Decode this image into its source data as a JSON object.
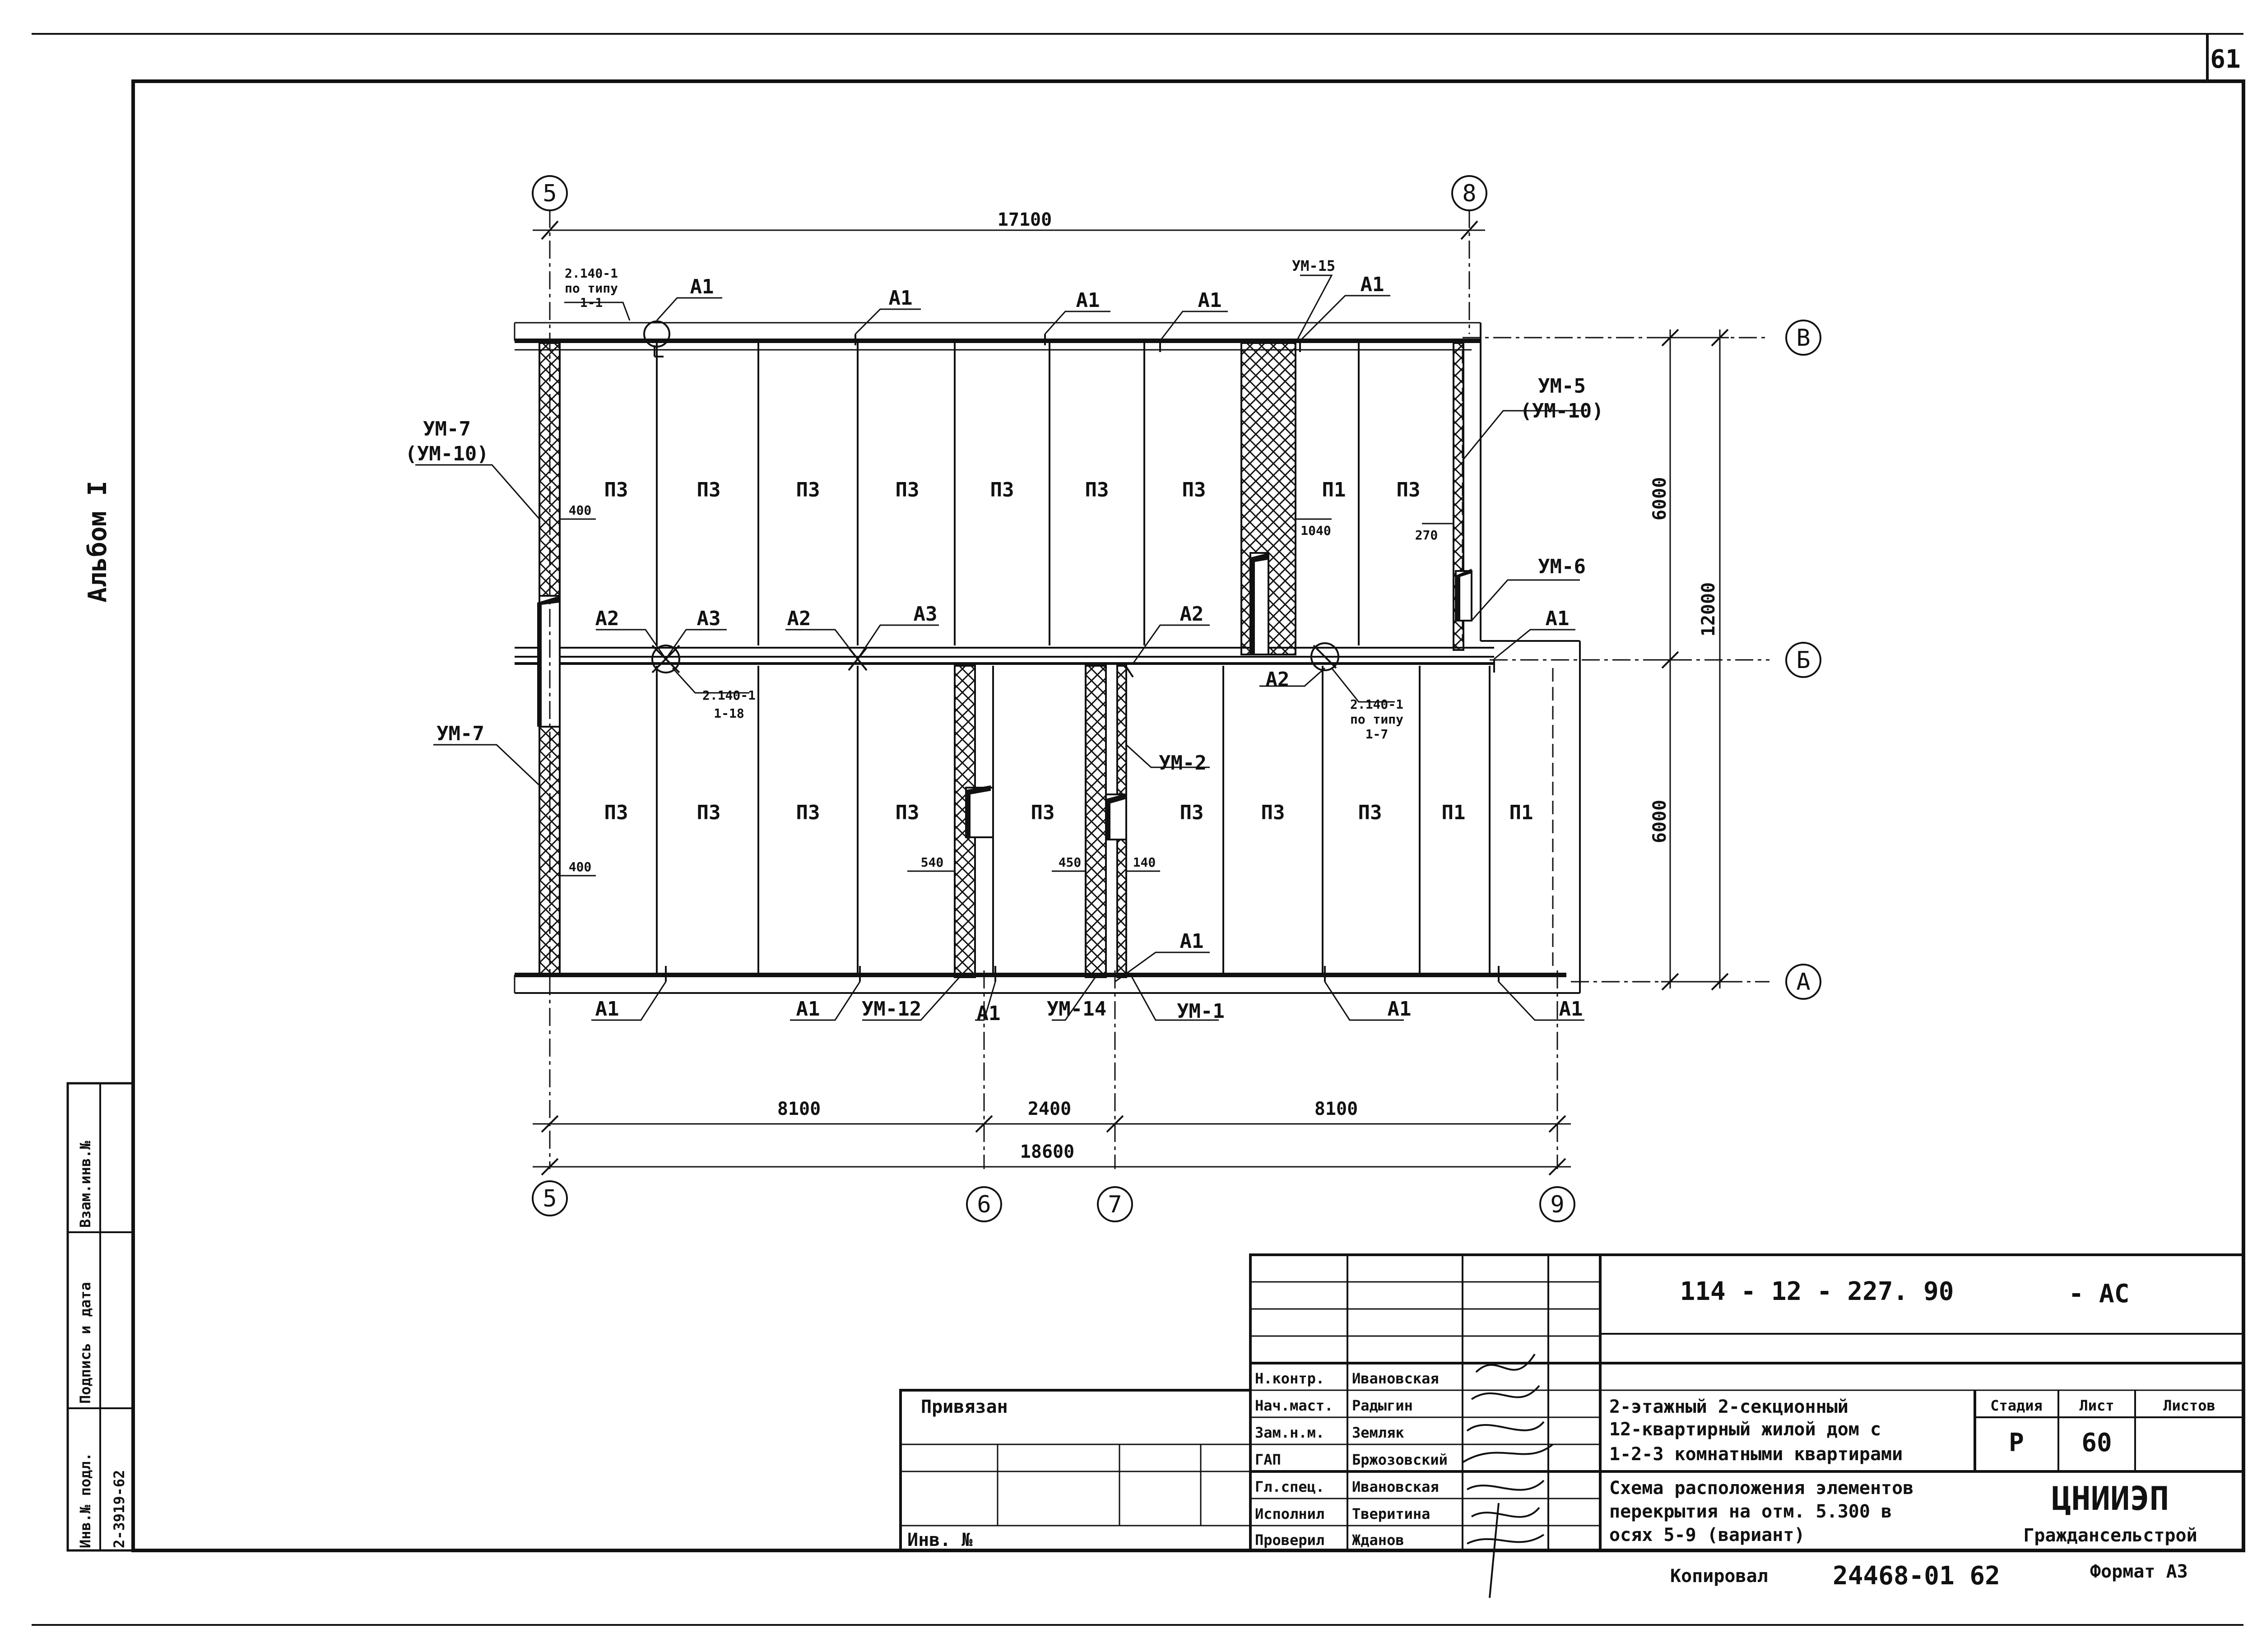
{
  "sheet_number": "61",
  "album_label": "Альбом I",
  "side_stamp": {
    "col1": "Инв.№ подл.",
    "col1_value": "2-3919-62",
    "col2": "Подпись и дата",
    "col3": "Взам.инв.№"
  },
  "axes": {
    "a5_top": "5",
    "a8_top": "8",
    "aV": "В",
    "aB": "Б",
    "aA": "А",
    "a5_bottom": "5",
    "a6": "6",
    "a7": "7",
    "a9": "9"
  },
  "dims": {
    "top_total": "17100",
    "right_6000_upper": "6000",
    "right_6000_lower": "6000",
    "right_12000": "12000",
    "bottom_8100_left": "8100",
    "bottom_2400": "2400",
    "bottom_8100_right": "8100",
    "bottom_total": "18600"
  },
  "panels": {
    "upper": [
      "П3",
      "П3",
      "П3",
      "П3",
      "П3",
      "П3",
      "П3",
      "П1",
      "П3"
    ],
    "lower": [
      "П3",
      "П3",
      "П3",
      "П3",
      "П3",
      "П3",
      "П3",
      "П3",
      "П1",
      "П1"
    ]
  },
  "callouts": {
    "a1": "А1",
    "a2": "А2",
    "a3": "А3",
    "um7_a": "УМ-7",
    "um7_b": "(УМ-10)",
    "um7_lower": "УМ-7",
    "um15": "УМ-15",
    "um5_a": "УМ-5",
    "um5_b": "(УМ-10)",
    "um6": "УМ-6",
    "um2": "УМ-2",
    "um12": "УМ-12",
    "um14": "УМ-14",
    "um1": "УМ-1",
    "ref1_a": "2.140-1",
    "ref1_b": "по типу",
    "ref1_c": "1-1",
    "ref2_a": "2.140-1",
    "ref2_b": "1-18",
    "ref3_a": "2.140-1",
    "ref3_b": "по типу",
    "ref3_c": "1-7",
    "d400_upper": "400",
    "d400_lower": "400",
    "d1040": "1040",
    "d270": "270",
    "d540": "540",
    "d450": "450",
    "d140": "140"
  },
  "title_block": {
    "doc_code": "114 - 12 - 227. 90",
    "doc_suffix": "- АС",
    "privyazan": "Привязан",
    "inv_no": "Инв. №",
    "roles": [
      {
        "role": "Н.контр.",
        "name": "Ивановская"
      },
      {
        "role": "Нач.маст.",
        "name": "Радыгин"
      },
      {
        "role": "Зам.н.м.",
        "name": "Земляк"
      },
      {
        "role": "ГАП",
        "name": "Бржозовский"
      },
      {
        "role": "Гл.спец.",
        "name": "Ивановская"
      },
      {
        "role": "Исполнил",
        "name": "Тверитина"
      },
      {
        "role": "Проверил",
        "name": "Жданов"
      }
    ],
    "project_line1": "2-этажный 2-секционный",
    "project_line2": "12-квартирный жилой дом с",
    "project_line3": "1-2-3 комнатными квартирами",
    "sheet_title1": "Схема расположения элементов",
    "sheet_title2": "перекрытия на отм. 5.300 в",
    "sheet_title3": "осях 5-9  (вариант)",
    "stage_label": "Стадия",
    "sheet_label": "Лист",
    "sheets_label": "Листов",
    "stage_value": "Р",
    "sheet_value": "60",
    "org1": "ЦНИИЭП",
    "org2": "Граждансельстрой",
    "copied": "Копировал",
    "copy_no": "24468-01 62",
    "format": "Формат А3"
  }
}
